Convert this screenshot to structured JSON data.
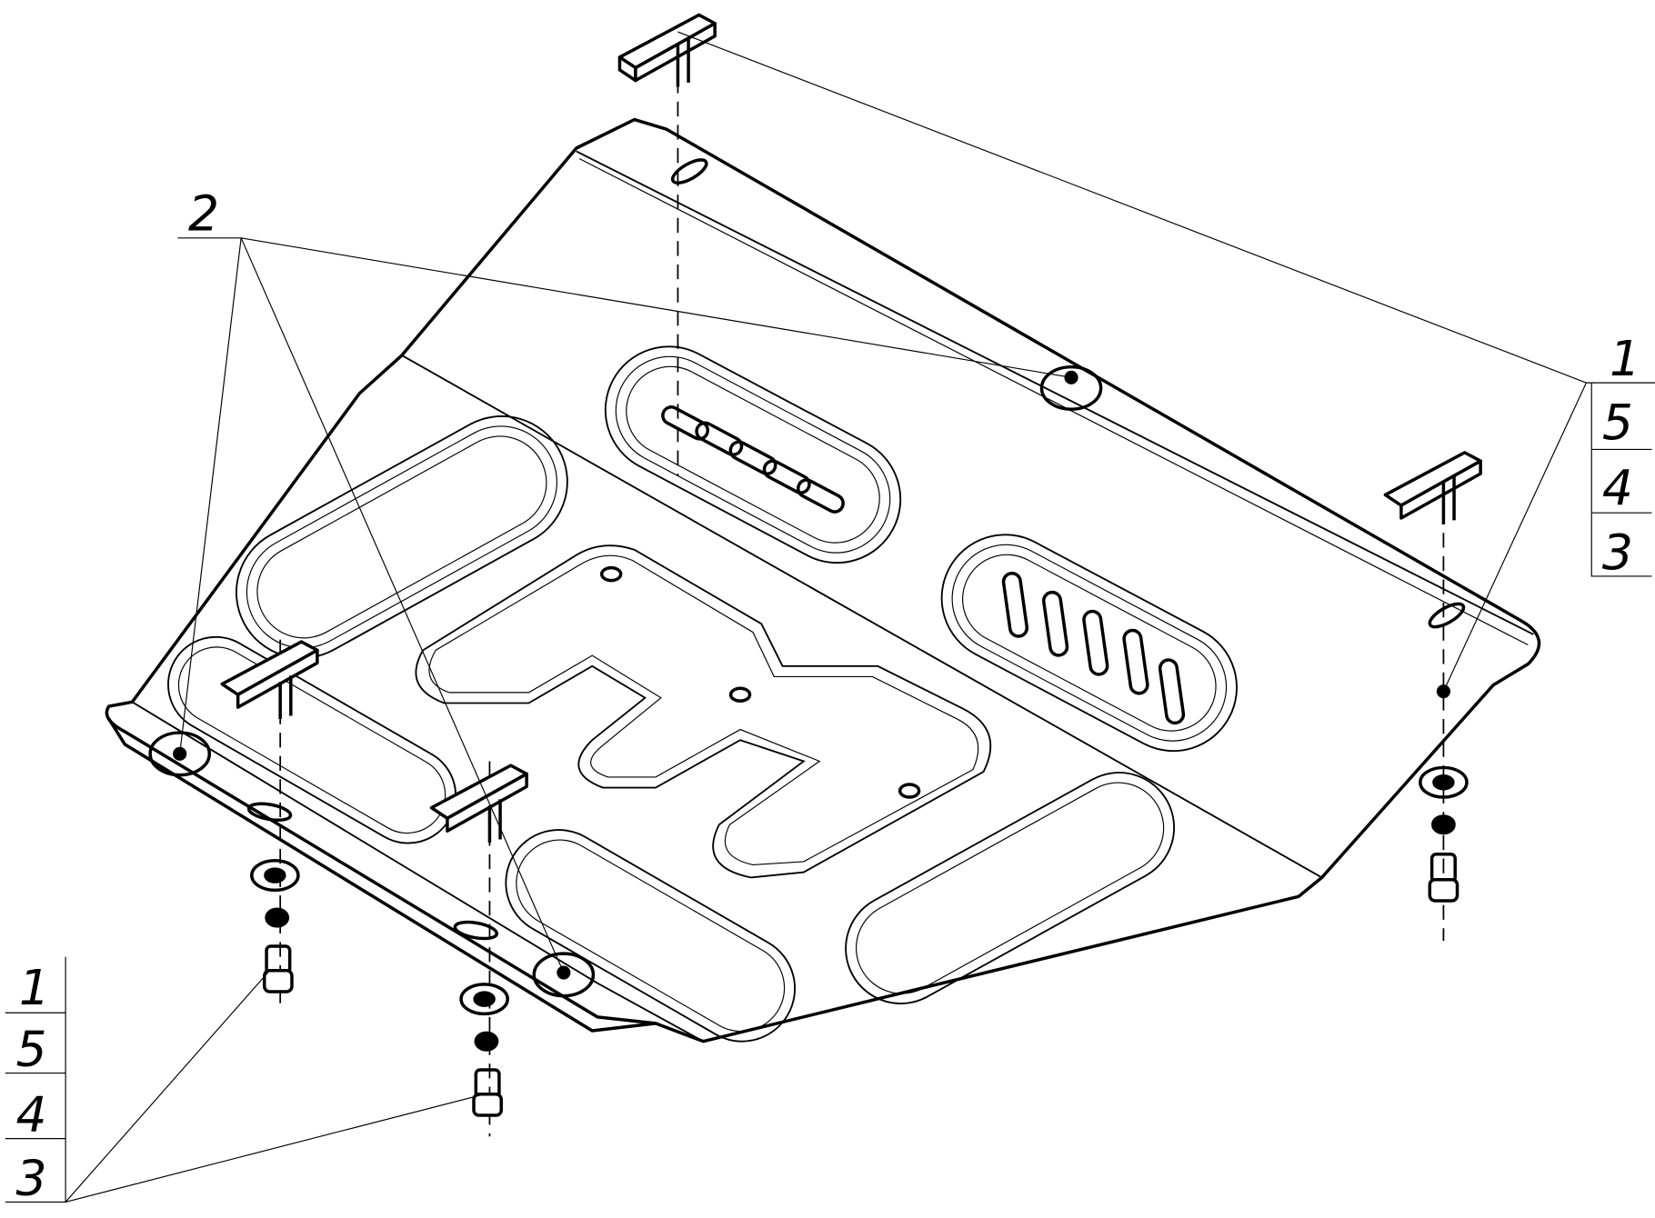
{
  "drawing": {
    "title": "Skid plate assembly exploded view",
    "callouts": {
      "plate_label": "2",
      "right_stack": [
        "1",
        "5",
        "4",
        "3"
      ],
      "left_stack": [
        "1",
        "5",
        "4",
        "3"
      ]
    },
    "colors": {
      "line": "#000000",
      "background": "#ffffff"
    }
  }
}
